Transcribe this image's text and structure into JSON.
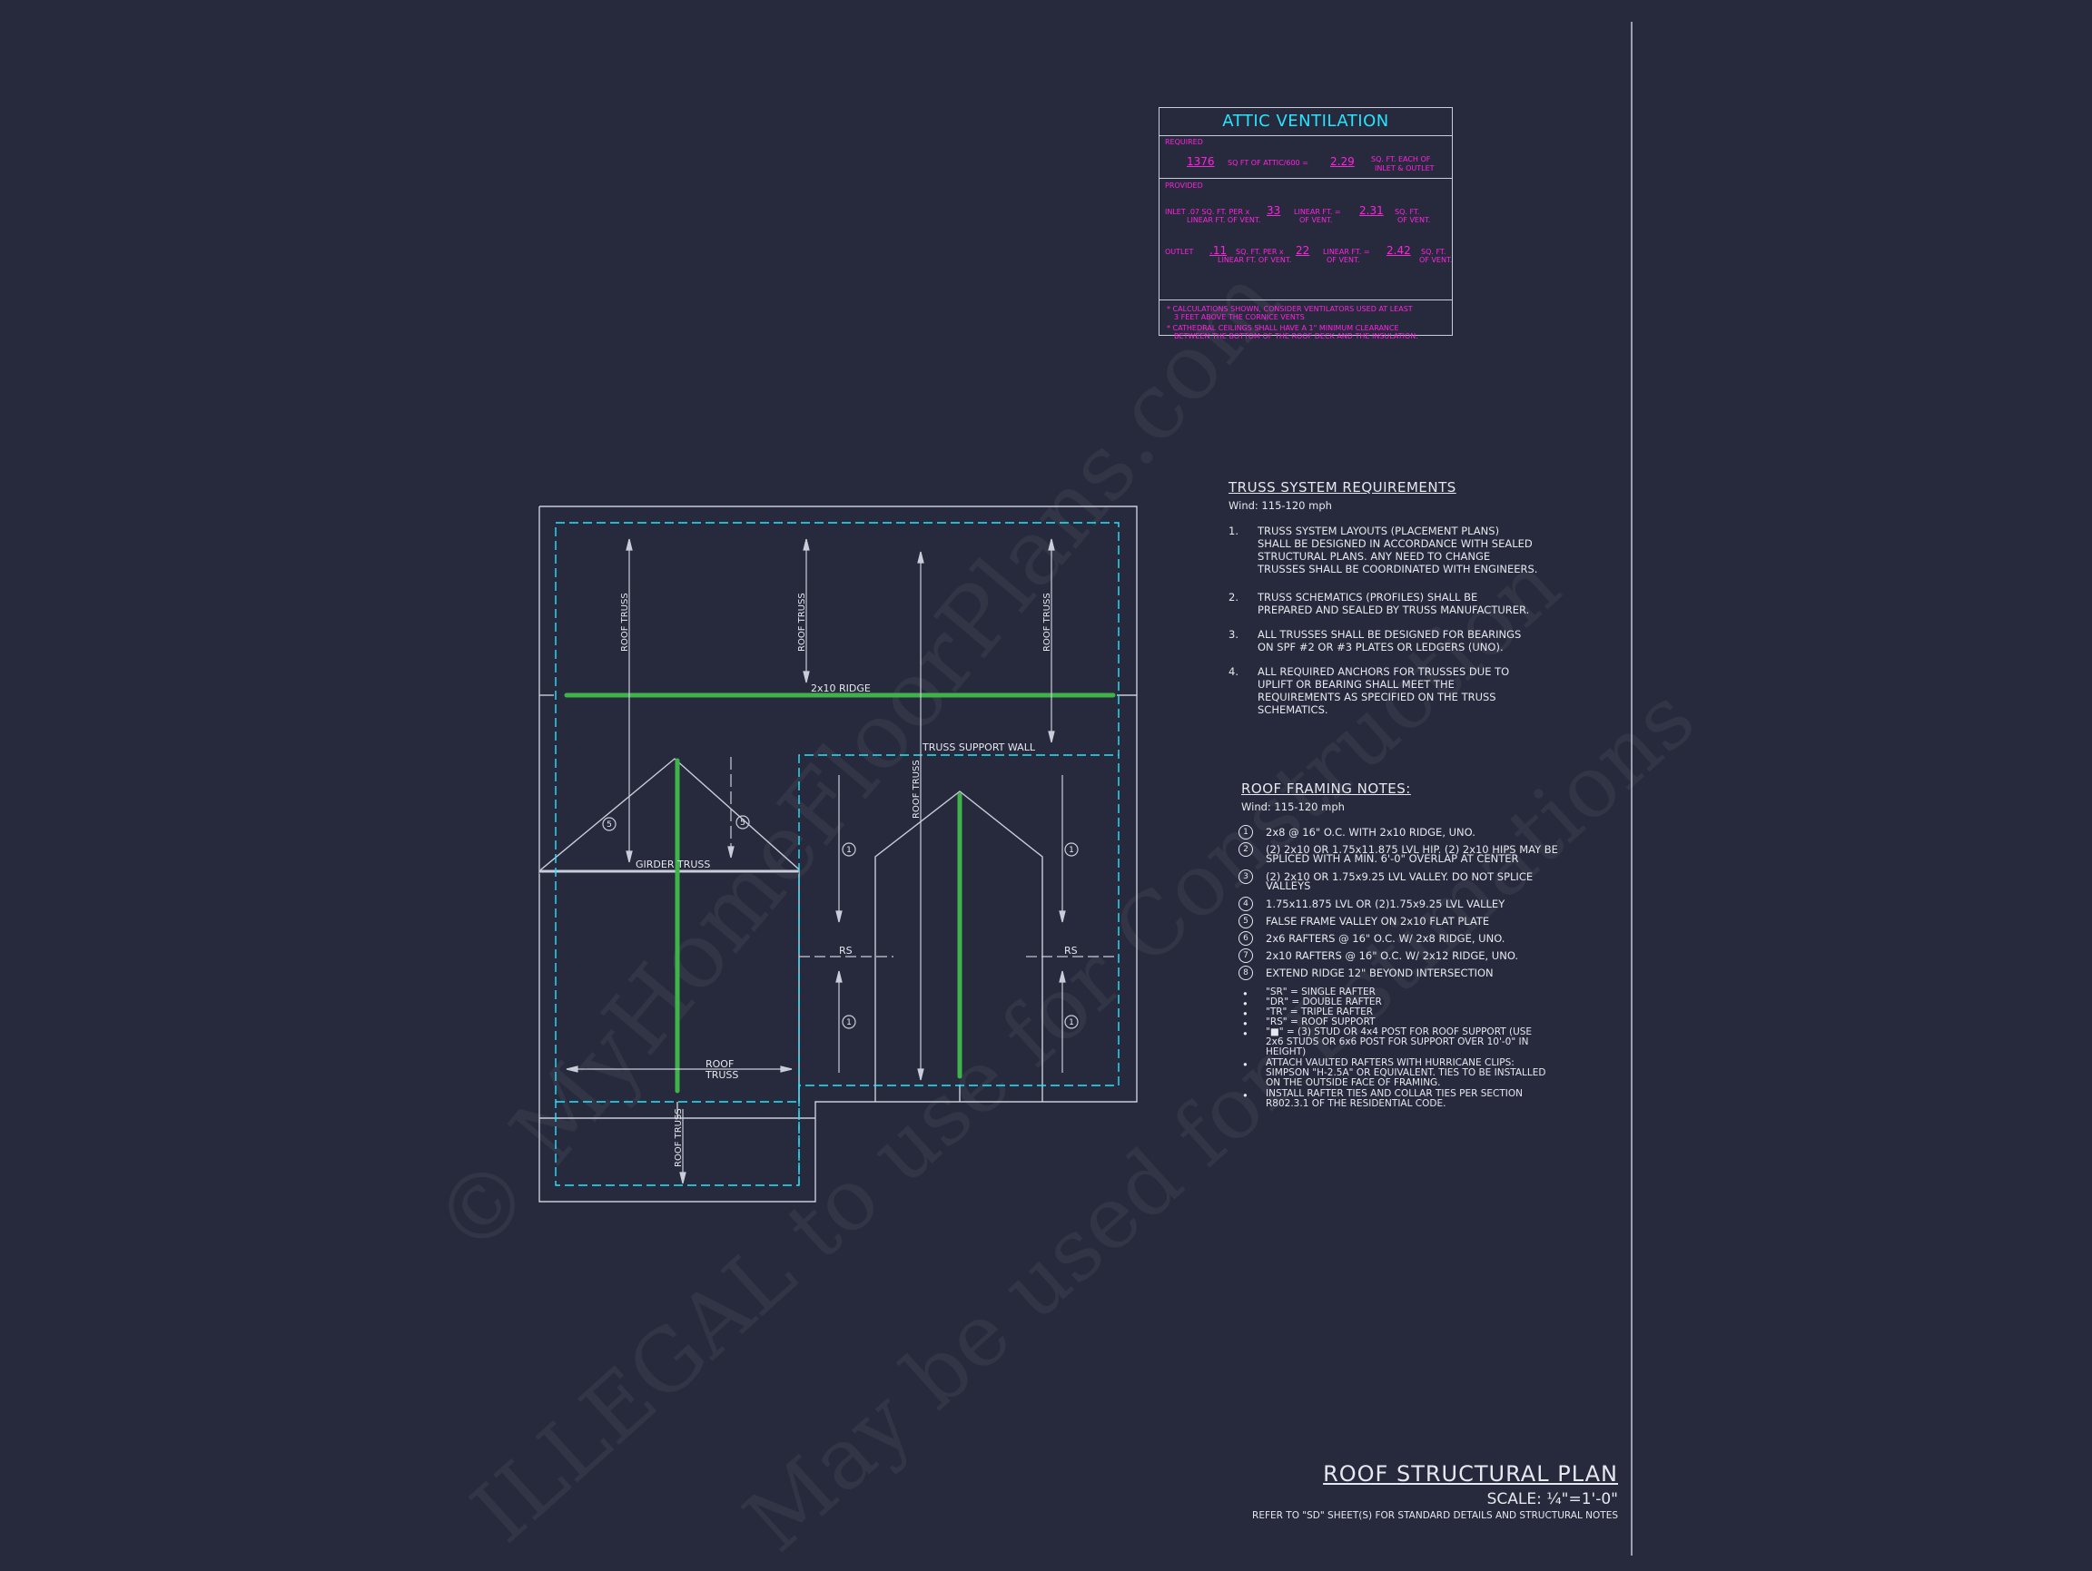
{
  "attic": {
    "title": "ATTIC VENTILATION",
    "required_label": "REQUIRED",
    "req_value": "1376",
    "req_text": "SQ FT OF ATTIC/600 =",
    "req_result": "2.29",
    "req_unit1": "SQ. FT. EACH OF",
    "req_unit2": "INLET & OUTLET",
    "provided_label": "PROVIDED",
    "inlet_label": "INLET .07 SQ. FT. PER x",
    "inlet_label2": "LINEAR FT. OF VENT.",
    "inlet_len": "33",
    "inlet_mid1": "LINEAR FT. =",
    "inlet_mid2": "OF VENT.",
    "inlet_result": "2.31",
    "inlet_unit1": "SQ. FT.",
    "inlet_unit2": "OF VENT.",
    "outlet_label": "OUTLET",
    "outlet_rate": ".11",
    "outlet_rate_text": "SQ. FT. PER x",
    "outlet_rate_text2": "LINEAR FT. OF VENT.",
    "outlet_len": "22",
    "outlet_mid1": "LINEAR FT. =",
    "outlet_mid2": "OF VENT.",
    "outlet_result": "2.42",
    "outlet_unit1": "SQ. FT.",
    "outlet_unit2": "OF VENT.",
    "note1a": "* CALCULATIONS SHOWN, CONSIDER VENTILATORS USED AT LEAST",
    "note1b": "3 FEET ABOVE THE CORNICE VENTS",
    "note2a": "* CATHEDRAL CEILINGS SHALL HAVE A 1\" MINIMUM CLEARANCE",
    "note2b": "BETWEEN THE BOTTOM OF THE ROOF DECK AND THE INSULATION."
  },
  "truss": {
    "heading": "TRUSS SYSTEM REQUIREMENTS",
    "wind": "Wind: 115-120 mph",
    "items": [
      {
        "n": "1.",
        "lines": [
          "TRUSS SYSTEM LAYOUTS (PLACEMENT PLANS)",
          "SHALL BE DESIGNED IN ACCORDANCE WITH SEALED",
          "STRUCTURAL PLANS. ANY NEED TO  CHANGE",
          "TRUSSES SHALL BE COORDINATED  WITH  ENGINEERS."
        ]
      },
      {
        "n": "2.",
        "lines": [
          "TRUSS SCHEMATICS (PROFILES) SHALL BE",
          "PREPARED AND SEALED BY TRUSS  MANUFACTURER."
        ]
      },
      {
        "n": "3.",
        "lines": [
          "ALL TRUSSES SHALL BE DESIGNED FOR  BEARINGS",
          "ON SPF #2 OR #3 PLATES OR LEDGERS  (UNO)."
        ]
      },
      {
        "n": "4.",
        "lines": [
          "ALL REQUIRED ANCHORS FOR TRUSSES DUE  TO",
          "UPLIFT OR BEARING SHALL MEET THE",
          "REQUIREMENTS AS SPECIFIED ON THE TRUSS",
          "SCHEMATICS."
        ]
      }
    ]
  },
  "roof_notes": {
    "heading": "ROOF FRAMING NOTES:",
    "wind": "Wind: 115-120 mph",
    "items": [
      {
        "n": "1",
        "lines": [
          "2x8 @ 16\" O.C. WITH 2x10 RIDGE, UNO."
        ]
      },
      {
        "n": "2",
        "lines": [
          "(2) 2x10 OR 1.75x11.875 LVL HIP. (2) 2x10 HIPS MAY BE",
          "SPLICED WITH A MIN. 6'-0\" OVERLAP AT CENTER"
        ]
      },
      {
        "n": "3",
        "lines": [
          "(2) 2x10 OR 1.75x9.25 LVL VALLEY. DO NOT SPLICE",
          "VALLEYS"
        ]
      },
      {
        "n": "4",
        "lines": [
          "1.75x11.875 LVL OR (2)1.75x9.25 LVL VALLEY"
        ]
      },
      {
        "n": "5",
        "lines": [
          "FALSE FRAME VALLEY ON 2x10 FLAT PLATE"
        ]
      },
      {
        "n": "6",
        "lines": [
          "2x6 RAFTERS @ 16\" O.C. W/ 2x8 RIDGE, UNO."
        ]
      },
      {
        "n": "7",
        "lines": [
          "2x10 RAFTERS @ 16\" O.C. W/ 2x12 RIDGE, UNO."
        ]
      },
      {
        "n": "8",
        "lines": [
          "EXTEND RIDGE 12\" BEYOND INTERSECTION"
        ]
      }
    ],
    "bullets": [
      [
        "\"SR\"  = SINGLE RAFTER"
      ],
      [
        "\"DR\" = DOUBLE RAFTER"
      ],
      [
        "\"TR\" = TRIPLE RAFTER"
      ],
      [
        "\"RS\" = ROOF SUPPORT"
      ],
      [
        "\"■\" = (3) STUD OR 4x4 POST FOR ROOF SUPPORT (USE",
        "2x6 STUDS OR 6x6 POST FOR SUPPORT OVER 10'-0\" IN",
        "HEIGHT)"
      ],
      [
        "ATTACH VAULTED RAFTERS WITH HURRICANE CLIPS:",
        "SIMPSON \"H-2.5A\" OR EQUIVALENT. TIES TO BE INSTALLED",
        "ON THE OUTSIDE FACE OF FRAMING."
      ],
      [
        "INSTALL RAFTER TIES AND COLLAR TIES PER SECTION",
        "R802.3.1 OF THE  RESIDENTIAL CODE."
      ]
    ]
  },
  "plan": {
    "ridge_label": "2x10 RIDGE",
    "support_wall": "TRUSS SUPPORT WALL",
    "girder": "GIRDER  TRUSS",
    "roof_truss": "ROOF TRUSS",
    "roof_truss_a": "ROOF",
    "roof_truss_b": "TRUSS",
    "rs": "RS",
    "m1": "1",
    "m5": "5"
  },
  "title": {
    "main": "ROOF STRUCTURAL PLAN",
    "scale": "SCALE: ¼\"=1'-0\"",
    "refer": "REFER TO \"SD\" SHEET(S) FOR STANDARD DETAILS AND STRUCTURAL NOTES"
  },
  "watermark": {
    "l1": "© MyHomeFloorPlans.com",
    "l2": "ILLEGAL to use for Construction",
    "l3": "May be used for Estimations"
  },
  "colors": {
    "bg": "#272a3c",
    "cyan": "#27e4ff",
    "magenta": "#ff22e0",
    "green": "#3fb34a",
    "line": "#e6e8ef"
  }
}
